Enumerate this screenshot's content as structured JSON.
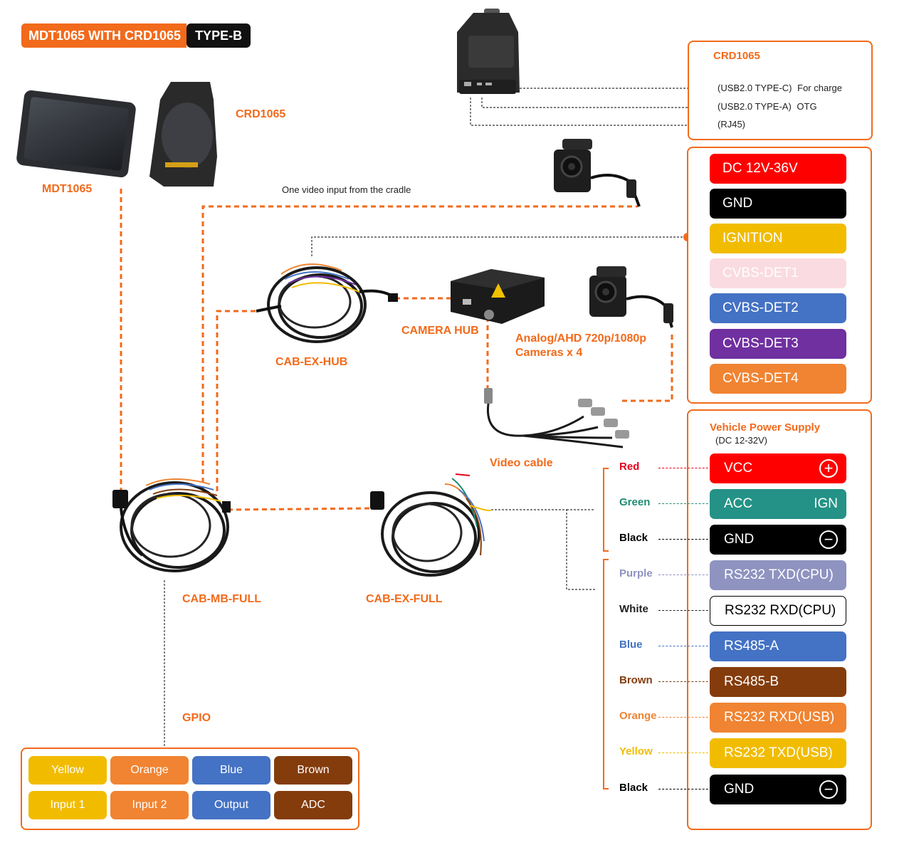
{
  "title": {
    "main": "MDT1065 WITH CRD1065",
    "type": "TYPE-B"
  },
  "devices": {
    "tablet_label": "MDT1065",
    "cradle_label": "CRD1065",
    "video_input_note": "One video input from the cradle",
    "cab_ex_hub": "CAB-EX-HUB",
    "camera_hub": "CAMERA HUB",
    "cameras_line1": "Analog/AHD 720p/1080p",
    "cameras_line2": "Cameras x 4",
    "video_cable": "Video cable",
    "cab_mb_full": "CAB-MB-FULL",
    "cab_ex_full": "CAB-EX-FULL",
    "gpio": "GPIO"
  },
  "crd_box": {
    "title": "CRD1065",
    "ports": [
      {
        "label": "(USB2.0 TYPE-C)",
        "note": "For charge"
      },
      {
        "label": "(USB2.0 TYPE-A)",
        "note": "OTG"
      },
      {
        "label": "(RJ45)",
        "note": ""
      }
    ]
  },
  "hub_box": {
    "items": [
      {
        "label": "DC 12V-36V",
        "color": "#FF0000"
      },
      {
        "label": "GND",
        "color": "#000000"
      },
      {
        "label": "IGNITION",
        "color": "#F1BC00"
      },
      {
        "label": "CVBS-DET1",
        "color": "#FADBE1"
      },
      {
        "label": "CVBS-DET2",
        "color": "#4472C4"
      },
      {
        "label": "CVBS-DET3",
        "color": "#7030A0"
      },
      {
        "label": "CVBS-DET4",
        "color": "#F08432"
      }
    ]
  },
  "power_box": {
    "title": "Vehicle Power Supply",
    "subtitle": "(DC 12-32V)",
    "rows": [
      {
        "wire": "Red",
        "wire_color": "#E8001C",
        "label": "VCC",
        "extra": "+",
        "bg": "#FF0000"
      },
      {
        "wire": "Green",
        "wire_color": "#1F8B73",
        "label": "ACC",
        "extra": "IGN",
        "bg": "#249286"
      },
      {
        "wire": "Black",
        "wire_color": "#000000",
        "label": "GND",
        "extra": "−",
        "bg": "#000000"
      },
      {
        "wire": "Purple",
        "wire_color": "#8E93C0",
        "label": "RS232 TXD(CPU)",
        "extra": "",
        "bg": "#8E93C0"
      },
      {
        "wire": "White",
        "wire_color": "#222222",
        "label": "RS232 RXD(CPU)",
        "extra": "",
        "bg": "#FFFFFF"
      },
      {
        "wire": "Blue",
        "wire_color": "#4472C4",
        "label": "RS485-A",
        "extra": "",
        "bg": "#4472C4"
      },
      {
        "wire": "Brown",
        "wire_color": "#843C0C",
        "label": "RS485-B",
        "extra": "",
        "bg": "#843C0C"
      },
      {
        "wire": "Orange",
        "wire_color": "#F08432",
        "label": "RS232 RXD(USB)",
        "extra": "",
        "bg": "#F08432"
      },
      {
        "wire": "Yellow",
        "wire_color": "#F1BC00",
        "label": "RS232 TXD(USB)",
        "extra": "",
        "bg": "#F1BC00"
      },
      {
        "wire": "Black",
        "wire_color": "#000000",
        "label": "GND",
        "extra": "−",
        "bg": "#000000"
      }
    ]
  },
  "gpio_box": {
    "colors": [
      {
        "label": "Yellow",
        "bg": "#F1BC00"
      },
      {
        "label": "Orange",
        "bg": "#F08432"
      },
      {
        "label": "Blue",
        "bg": "#4472C4"
      },
      {
        "label": "Brown",
        "bg": "#843C0C"
      }
    ],
    "functions": [
      {
        "label": "Input 1",
        "bg": "#F1BC00"
      },
      {
        "label": "Input 2",
        "bg": "#F08432"
      },
      {
        "label": "Output",
        "bg": "#4472C4"
      },
      {
        "label": "ADC",
        "bg": "#843C0C"
      }
    ]
  }
}
